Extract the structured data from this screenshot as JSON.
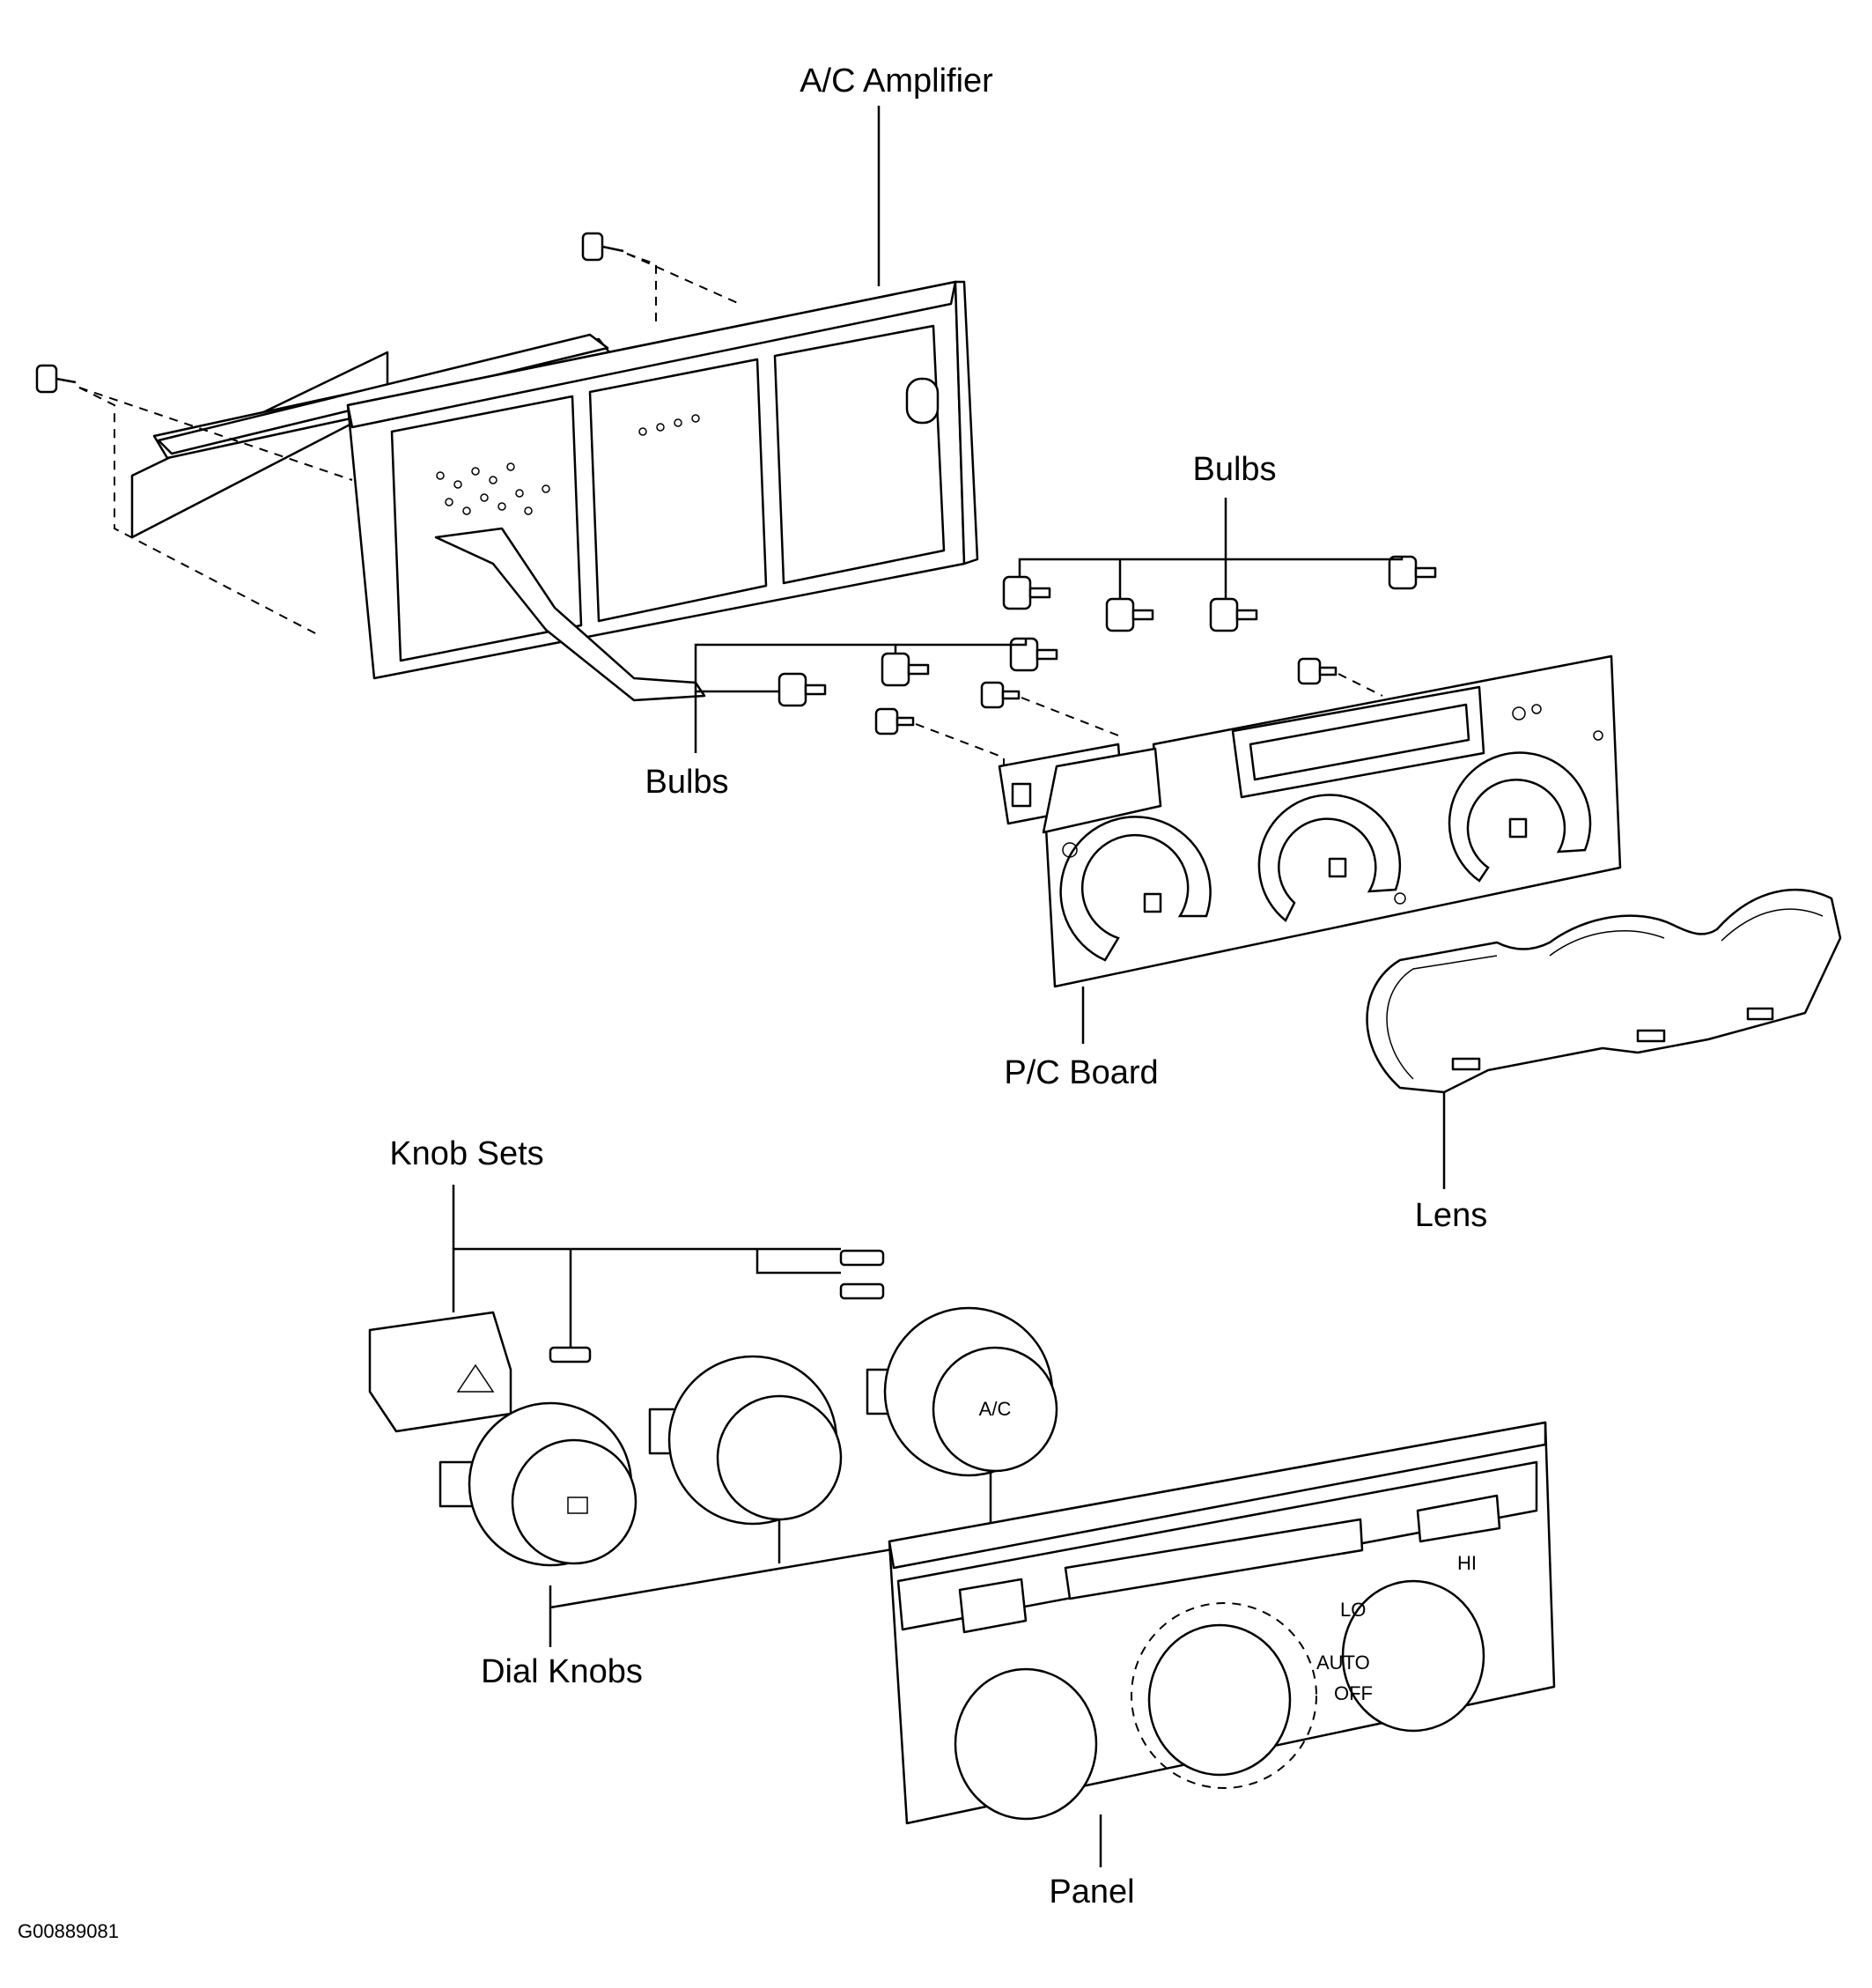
{
  "labels": {
    "ac_amplifier": "A/C Amplifier",
    "bulbs_upper": "Bulbs",
    "bulbs_lower": "Bulbs",
    "pc_board": "P/C Board",
    "lens": "Lens",
    "knob_sets": "Knob Sets",
    "dial_knobs": "Dial Knobs",
    "panel": "Panel",
    "figure_code": "G00889081"
  },
  "panel_markings": {
    "ac_knob": "A/C",
    "lo": "LO",
    "hi": "HI",
    "auto": "AUTO",
    "off": "OFF"
  }
}
